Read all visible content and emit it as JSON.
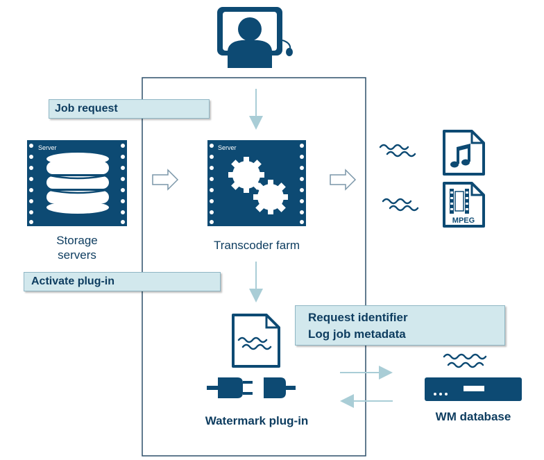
{
  "bands": {
    "job_request": "Job request",
    "activate_plugin": "Activate plug-in",
    "request_identifier": "Request identifier",
    "log_job_metadata": "Log job metadata"
  },
  "labels": {
    "storage_line1": "Storage",
    "storage_line2": "servers",
    "transcoder": "Transcoder farm",
    "watermark": "Watermark plug-in",
    "wm_database": "WM database"
  },
  "server_tags": {
    "storage": "Server",
    "transcoder": "Server"
  },
  "file_tags": {
    "video": "MPEG"
  },
  "icons": {
    "user": "user-monitor-icon",
    "storage": "storage-server-icon",
    "transcoder": "transcoder-server-icon",
    "audio": "audio-file-icon",
    "video": "mpeg-file-icon",
    "watermark_doc": "watermark-document-icon",
    "plug": "plug-connector-icon",
    "database": "database-device-icon"
  },
  "colors": {
    "primary": "#0d4a73",
    "band_fill": "#d2e8ed",
    "arrow": "#a9cdd6"
  }
}
